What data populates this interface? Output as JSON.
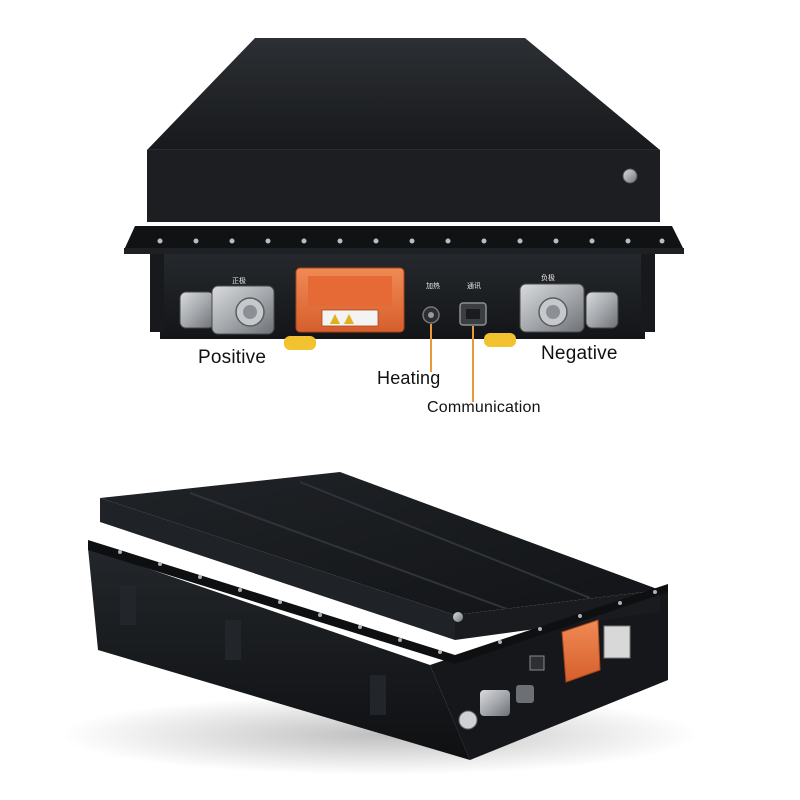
{
  "labels": {
    "positive": "Positive",
    "negative": "Negative",
    "heating": "Heating",
    "communication": "Communication"
  },
  "port_markings": {
    "positive": "正极",
    "heating": "加热",
    "communication": "通讯",
    "negative": "负极"
  },
  "colors": {
    "background": "#ffffff",
    "casing": "#1b1d20",
    "connector_orange": "#e8733f",
    "leader_line": "#e89a3a",
    "plug_yellow": "#f2c230"
  }
}
